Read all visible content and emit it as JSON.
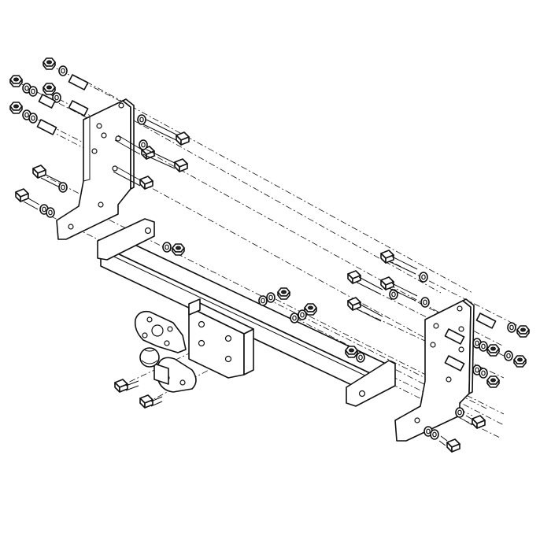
{
  "diagram": {
    "kind": "exploded-assembly-line-drawing",
    "colors": {
      "line": "#111111",
      "background": "#ffffff",
      "fill": "#ffffff"
    },
    "parts": [
      "left-mounting-bracket",
      "right-mounting-bracket",
      "crossbar",
      "tow-ball-neck",
      "socket-plate",
      "bolt",
      "nut",
      "washer",
      "spacer-sleeve"
    ]
  }
}
